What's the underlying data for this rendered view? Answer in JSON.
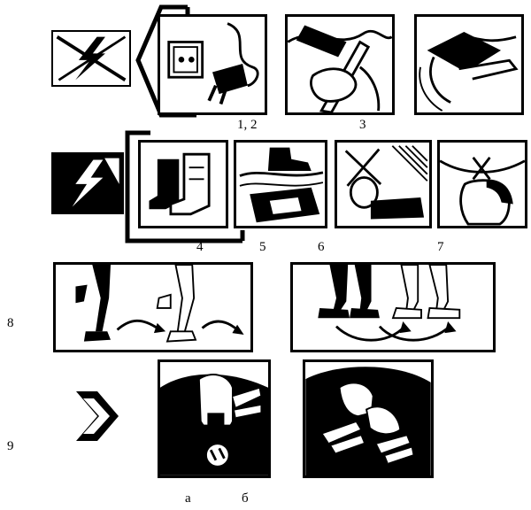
{
  "labels": {
    "step_1_2": "1, 2",
    "step_3": "3",
    "step_4": "4",
    "step_5": "5",
    "step_6": "6",
    "step_7": "7",
    "step_8": "8",
    "step_9": "9",
    "variant_a": "а",
    "variant_b": "б"
  },
  "icons": {
    "no_voltage": "crossed-lightning-icon",
    "danger_voltage": "lightning-icon",
    "socket": "socket-plug-icon",
    "wire_cut": "axe-cut-wire-icon",
    "glove_hand": "gloved-hand-icon",
    "boots": "dielectric-boots-icon",
    "mat": "rubber-mat-icon",
    "no_touch": "crossed-foot-icon",
    "head_wire": "crossed-head-icon",
    "shuffle_steps": "shuffle-step-icon",
    "shuffle_steps_2": "shuffle-step-2-icon",
    "chest_press": "chest-compression-icon",
    "rescue_breath": "rescue-breathing-icon",
    "arrow": "chevron-right-icon"
  },
  "colors": {
    "ink": "#000000",
    "paper": "#ffffff"
  }
}
